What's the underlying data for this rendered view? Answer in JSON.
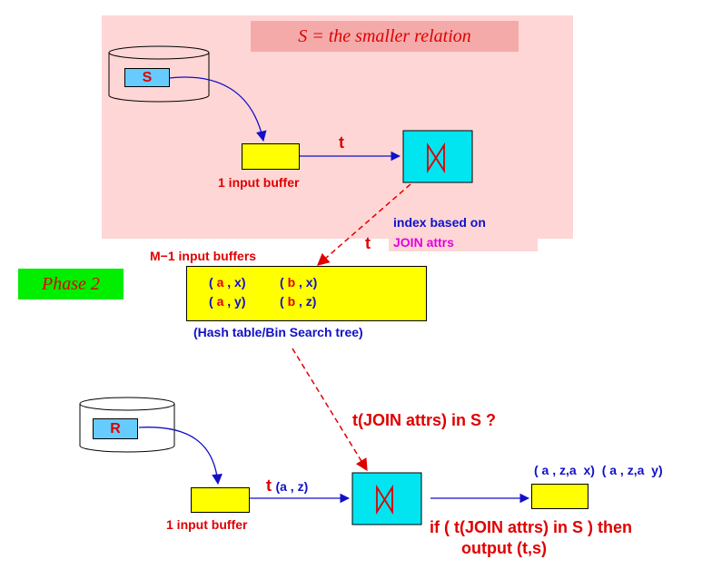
{
  "top": {
    "title": "S = the smaller relation",
    "relation_label": "S",
    "input_buffer_label": "1 input buffer",
    "arrow_label": "t",
    "index_line1": "index based on",
    "index_line2": "JOIN attrs"
  },
  "phase": {
    "label": "Phase 2"
  },
  "hash": {
    "arrow_label": "t",
    "buffers_label": "M−1 input buffers",
    "caption": "(Hash table/Bin Search tree)",
    "tuples": [
      [
        {
          "open": "( ",
          "key": "a",
          "rest": " , x)"
        },
        {
          "open": "( ",
          "key": "b",
          "rest": " , x)"
        }
      ],
      [
        {
          "open": "( ",
          "key": "a",
          "rest": " , y)"
        },
        {
          "open": "( ",
          "key": "b",
          "rest": " , z)"
        }
      ]
    ]
  },
  "bottom": {
    "relation_label": "R",
    "input_buffer_label": "1 input buffer",
    "probe_question": "t(JOIN attrs) in S ?",
    "t_label": "t",
    "t_tuple_open": "(",
    "t_tuple_key": "a",
    "t_tuple_rest": " , z)",
    "output_tuples": "( a , z,a  x)  ( a , z,a  y)",
    "condition_line1": "if ( t(JOIN attrs) in S ) then",
    "condition_line2": "output (t,s)"
  },
  "colors": {
    "panel": "#ffd6d6",
    "title_box": "#f5aaaa",
    "buffer": "#ffff00",
    "join": "#00e5f0",
    "relation": "#66ccff",
    "phase": "#00ee00",
    "red": "#e00000",
    "blue": "#1010c8",
    "magenta": "#e000e0"
  },
  "icons": [
    "database-cylinder-icon",
    "join-bowtie-icon"
  ]
}
